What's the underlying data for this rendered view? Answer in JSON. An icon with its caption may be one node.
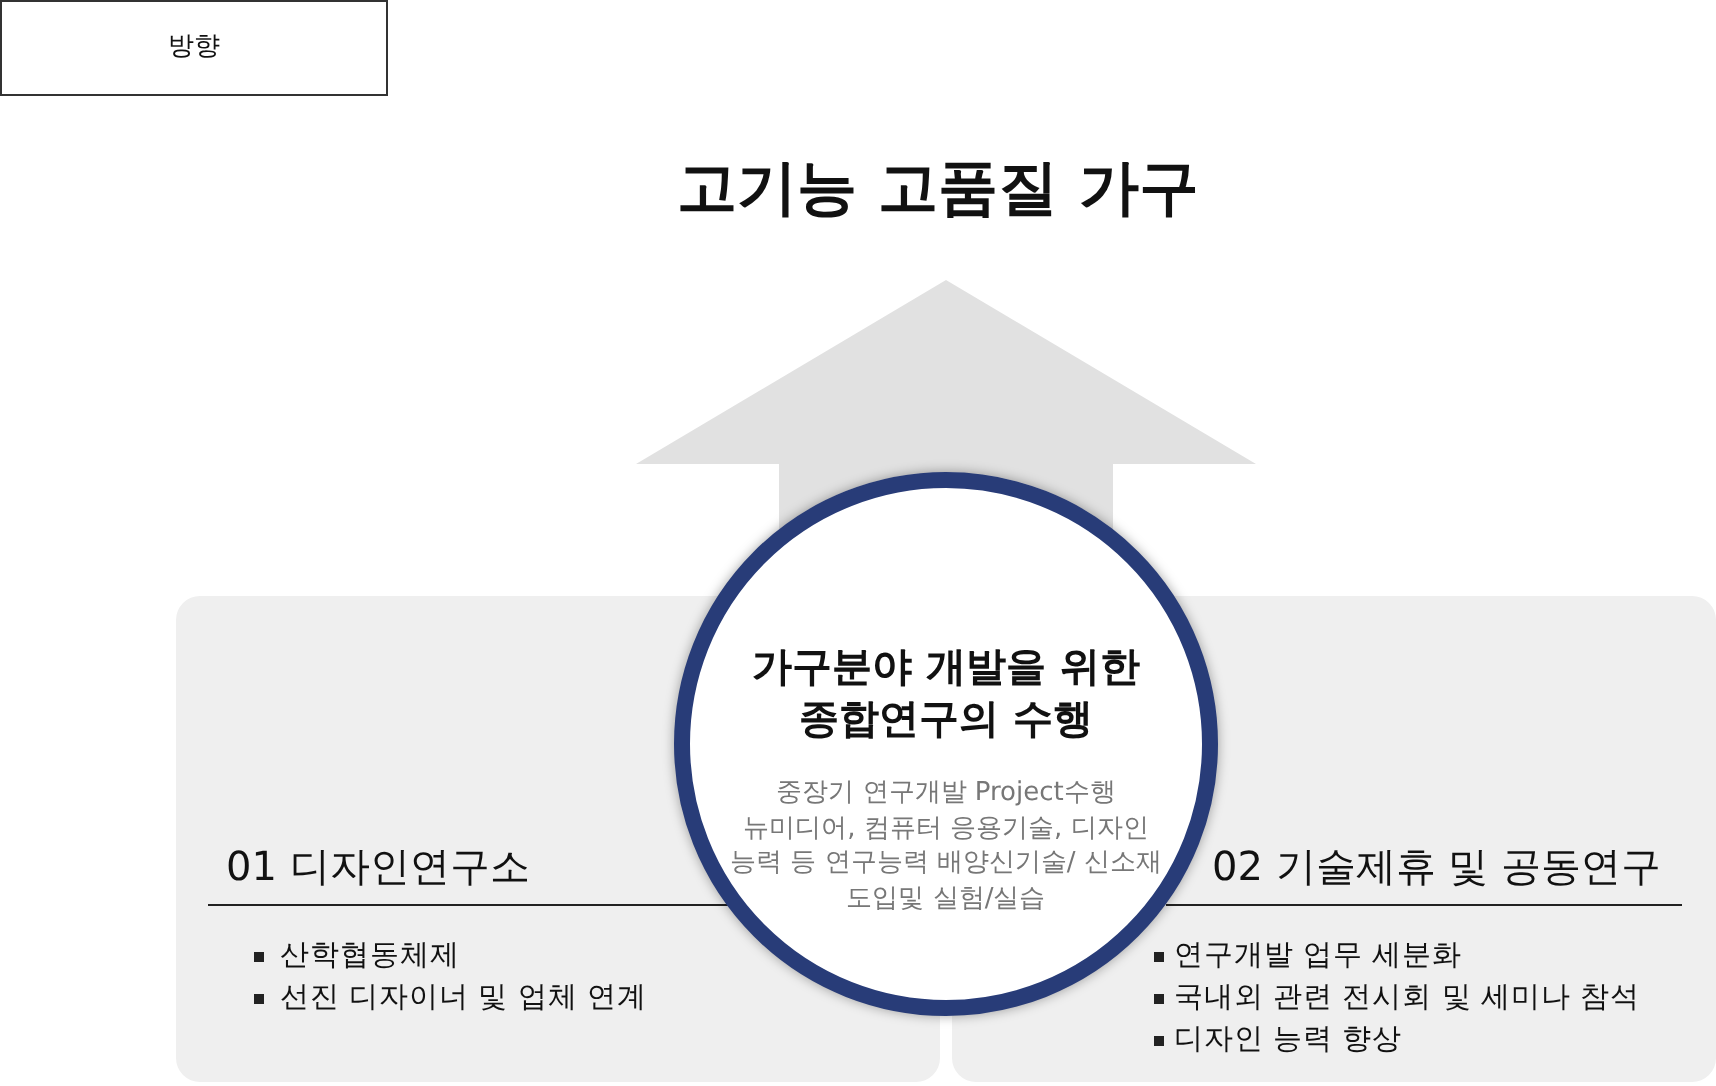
{
  "diagram": {
    "nodes": [
      {
        "text": [
          "방향"
        ]
      },
      {
        "text": [
          "고기능 고품질 가구"
        ]
      },
      {
        "text": [
          "가구분야 개발을 위한 종합연구의 수행",
          "중장기 연구개발 Project수행 뉴미디어, 컴퓨터 응용기술, 디자인 능력 등 연구능력 배양신기술/ 신소재 도입및 실험/실습"
        ]
      },
      {
        "text": [
          "01 디자인연구소",
          "산학협동체제",
          "선진 디자이너 및 업체 연계"
        ]
      },
      {
        "text": [
          "02 기술제휴 및 공동연구",
          "연구개발 업무 세분화",
          "국내외 관련 전시회 및 세미나 참석",
          "디자인 능력 향상"
        ]
      }
    ],
    "edges": [
      {
        "from": 2,
        "to": 1,
        "arrow": "to"
      }
    ]
  }
}
